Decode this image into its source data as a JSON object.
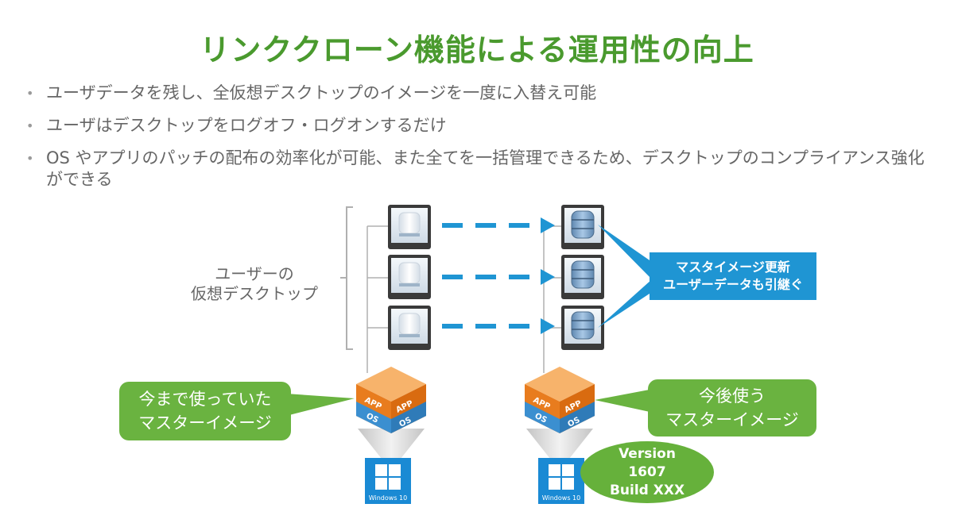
{
  "title": "リンククローン機能による運用性の向上",
  "bullets": [
    "ユーザデータを残し、全仮想デスクトップのイメージを一度に入替え可能",
    "ユーザはデスクトップをログオフ・ログオンするだけ",
    "OS やアプリのパッチの配布の効率化が可能、また全てを一括管理できるため、デスクトップのコンプライアンス強化ができる"
  ],
  "diagram": {
    "group_label_line1": "ユーザーの",
    "group_label_line2": "仮想デスクトップ",
    "callout_update_line1": "マスタイメージ更新",
    "callout_update_line2": "ユーザーデータも引継ぐ",
    "callout_old_line1": "今まで使っていた",
    "callout_old_line2": "マスターイメージ",
    "callout_new_line1": "今後使う",
    "callout_new_line2": "マスターイメージ",
    "version_line1": "Version",
    "version_line2": "1607",
    "version_line3": "Build XXX",
    "windows_label": "Windows 10",
    "cube_app_label": "APP",
    "cube_os_label": "OS"
  },
  "colors": {
    "title_green": "#4a9a2e",
    "callout_green": "#6ab340",
    "accent_blue": "#1f95d3",
    "cube_orange": "#e87c1e",
    "cube_blue": "#3b8fd0",
    "windows_blue": "#1a8ad4"
  }
}
